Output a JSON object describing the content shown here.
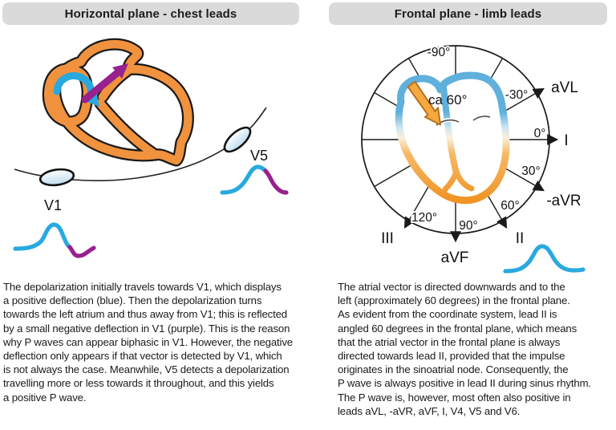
{
  "left_panel": {
    "title": "Horizontal plane - chest leads",
    "v1_label": "V1",
    "v5_label": "V5",
    "paragraph": "The depolarization initially travels towards V1, which displays\na positive deflection (blue). Then the depolarization turns\ntowards the left atrium and thus away from V1; this is reflected\nby a small negative deflection in V1 (purple). This is the reason\nwhy P waves can appear biphasic in V1. However, the negative\ndeflection only appears if that vector is detected by V1, which\nis not always the case. Meanwhile, V5 detects a depolarization\ntravelling more or less towards it throughout, and this yields\na positive P wave."
  },
  "right_panel": {
    "title": "Frontal plane - limb leads",
    "vector_label": "ca 60°",
    "angles": {
      "neg90": "-90°",
      "neg30": "-30°",
      "zero": "0°",
      "p30": "30°",
      "p60": "60°",
      "p90": "90°",
      "p120": "120°"
    },
    "leads": {
      "avl": "aVL",
      "i": "I",
      "neg_avr": "-aVR",
      "ii": "II",
      "avf": "aVF",
      "iii": "III"
    },
    "paragraph": "The atrial vector is directed downwards and to the\nleft (approximately 60 degrees) in the frontal plane.\nAs evident from the coordinate system, lead II is\nangled 60 degrees in the frontal plane, which means\nthat the atrial vector in the frontal plane is always\ndirected towards lead II, provided that the impulse\noriginates in the sinoatrial node. Consequently, the\nP wave is always positive in lead II during sinus rhythm.\nThe P wave is, however, most often also positive in\nleads aVL, -aVR, aVF, I, V4, V5 and V6."
  },
  "colors": {
    "waveform_blue": "#29a9e0",
    "waveform_purple": "#96218f",
    "heart_orange": "#f0923e",
    "heart_blue": "#5fb0dc",
    "vector_arrow_orange": "#f6a93f",
    "header_bg": "#dadada",
    "electrode_fill": "#d4e8f7"
  }
}
